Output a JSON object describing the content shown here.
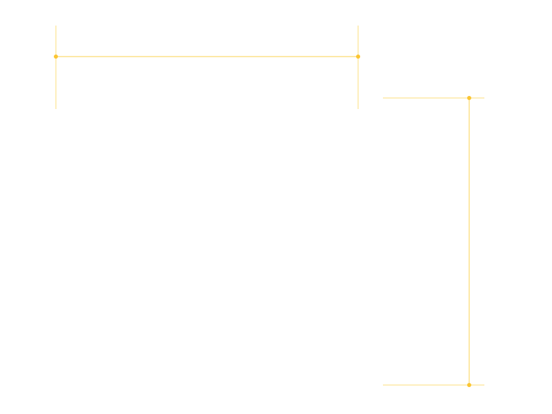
{
  "canvas": {
    "background_color": "#ffffff"
  },
  "guides": [
    {
      "id": "horizontal-dimension",
      "orientation": "horizontal",
      "color": "#fbd24e",
      "endpoint_color": "#fbc531",
      "label": ""
    },
    {
      "id": "vertical-dimension",
      "orientation": "vertical",
      "color": "#fbd24e",
      "endpoint_color": "#fbc531",
      "label": ""
    }
  ]
}
